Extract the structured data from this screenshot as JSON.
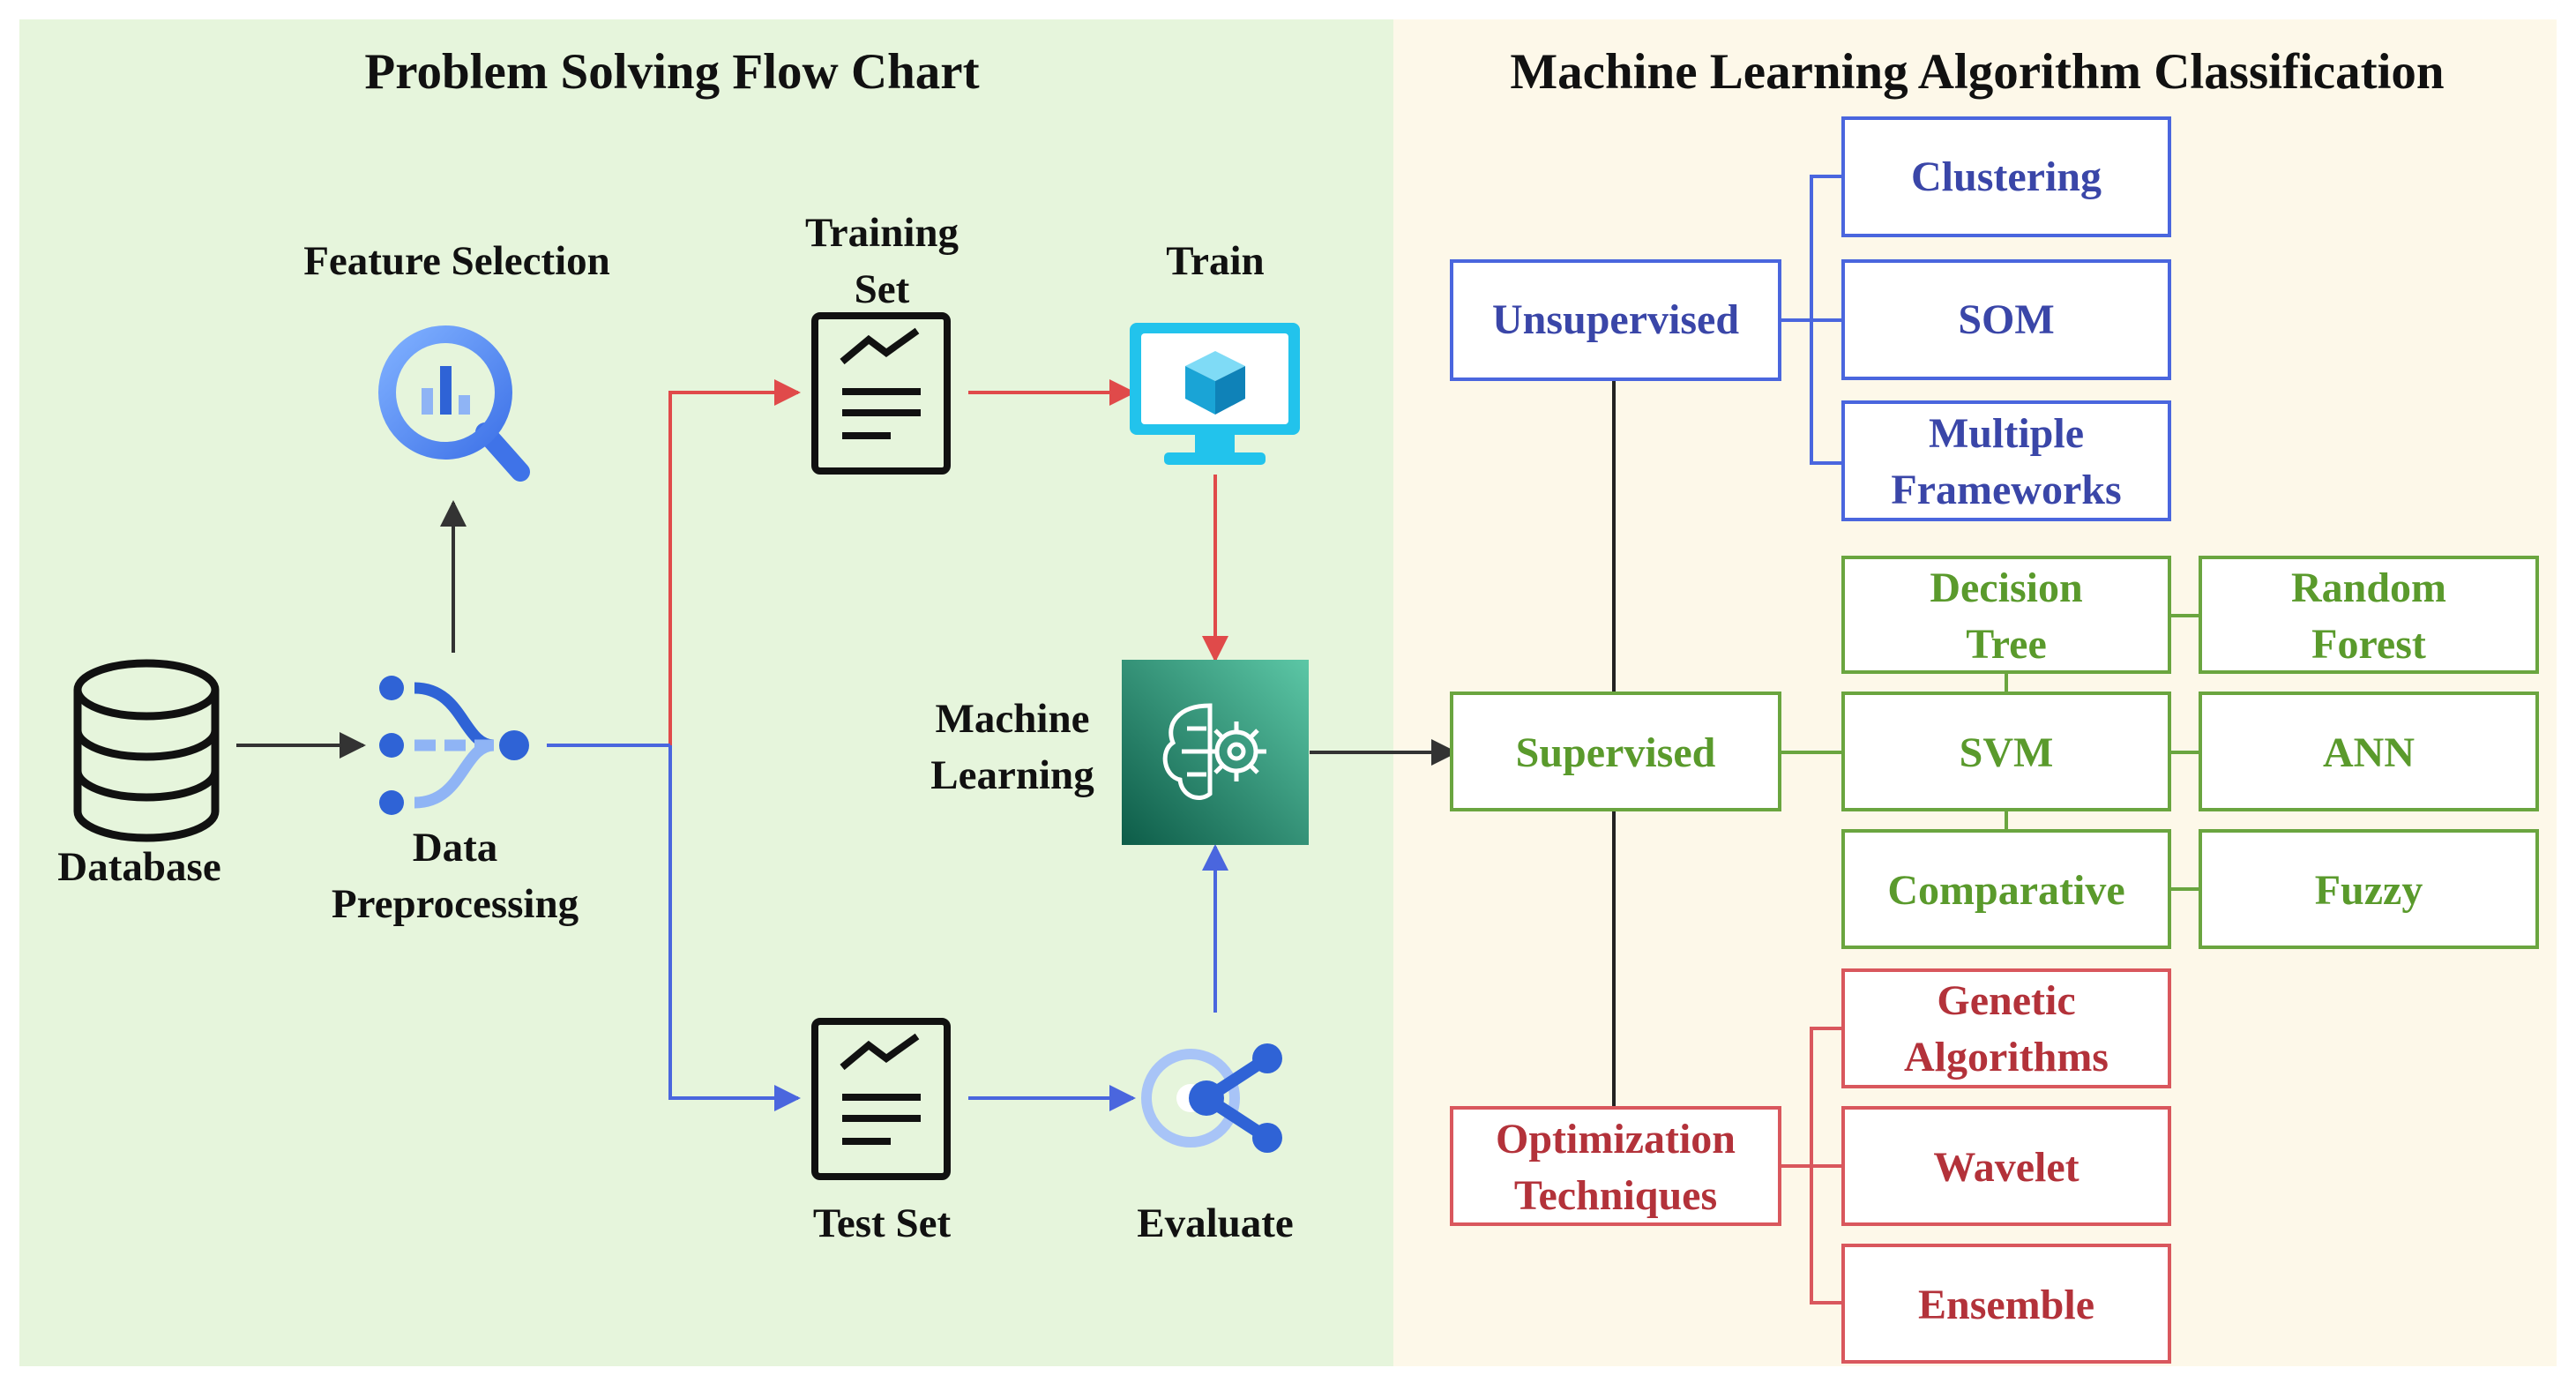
{
  "titles": {
    "left": "Problem Solving Flow Chart",
    "right": "Machine Learning Algorithm Classification"
  },
  "flow": {
    "database": "Database",
    "preprocessing": [
      "Data",
      "Preprocessing"
    ],
    "feature_selection": "Feature Selection",
    "training_set": [
      "Training",
      "Set"
    ],
    "train": "Train",
    "machine_learning": [
      "Machine",
      "Learning"
    ],
    "test_set": "Test Set",
    "evaluate": "Evaluate"
  },
  "classification": {
    "unsupervised": {
      "label": "Unsupervised",
      "items": [
        [
          "Clustering"
        ],
        [
          "SOM"
        ],
        [
          "Multiple",
          "Frameworks"
        ]
      ]
    },
    "supervised": {
      "label": "Supervised",
      "items": [
        [
          "Decision",
          "Tree"
        ],
        [
          "SVM"
        ],
        [
          "Comparative"
        ],
        [
          "Random",
          "Forest"
        ],
        [
          "ANN"
        ],
        [
          "Fuzzy"
        ]
      ]
    },
    "optimization": {
      "label": [
        "Optimization",
        "Techniques"
      ],
      "items": [
        [
          "Genetic",
          "Algorithms"
        ],
        [
          "Wavelet"
        ],
        [
          "Ensemble"
        ]
      ]
    }
  },
  "colors": {
    "panel_left": "#e6f5dc",
    "panel_right": "#fdf8e9",
    "blue_text": "#3a46a8",
    "blue_line": "#4a66de",
    "green_text": "#5a9a2c",
    "green_line": "#6aa53f",
    "red_text": "#b3323a",
    "red_line": "#d9575d",
    "arrow_red": "#e04a4a",
    "arrow_blue": "#4a66de",
    "ml_box": "#1f8a72"
  },
  "icons": {
    "database": "database-icon",
    "preprocessing": "data-flow-icon",
    "feature_selection": "magnifier-chart-icon",
    "training_set": "document-chart-icon",
    "test_set": "document-chart-icon",
    "train": "monitor-cube-icon",
    "machine_learning": "brain-gear-icon",
    "evaluate": "share-node-icon"
  }
}
